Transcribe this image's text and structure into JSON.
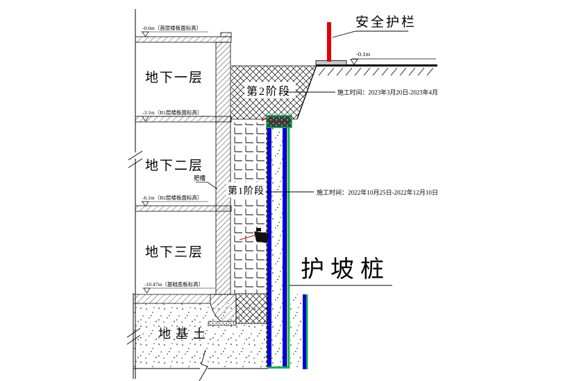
{
  "drawing": {
    "labels": {
      "safety_rail": "安全护栏",
      "ground_level": "-0.1m",
      "pile": "护坡桩",
      "foundation_soil": "地基土",
      "gap_note": "肥槽"
    },
    "rooms": {
      "b1": "地下一层",
      "b2": "地下二层",
      "b3": "地下三层"
    },
    "phases": {
      "phase2": {
        "label": "第2阶段",
        "time": "施工时间：2023年3月20日-2023年4月"
      },
      "phase1": {
        "label": "第1阶段",
        "time": "施工时间：2022年10月25日-2022年12月10日"
      }
    },
    "elevations": {
      "first_floor": "-0.6m（首层楼板面标高）",
      "b1_floor": "-3.1m（B1层楼板面标高）",
      "b2_floor": "-6.1m（B2层楼板面标高）",
      "foundation": "-10.47m（基础底板标高）"
    },
    "colors": {
      "guardrail_red": "#e60000",
      "pile_blue": "#0000e0",
      "pile_green": "#00b44b",
      "plate_gray": "#c8c8c8"
    }
  }
}
